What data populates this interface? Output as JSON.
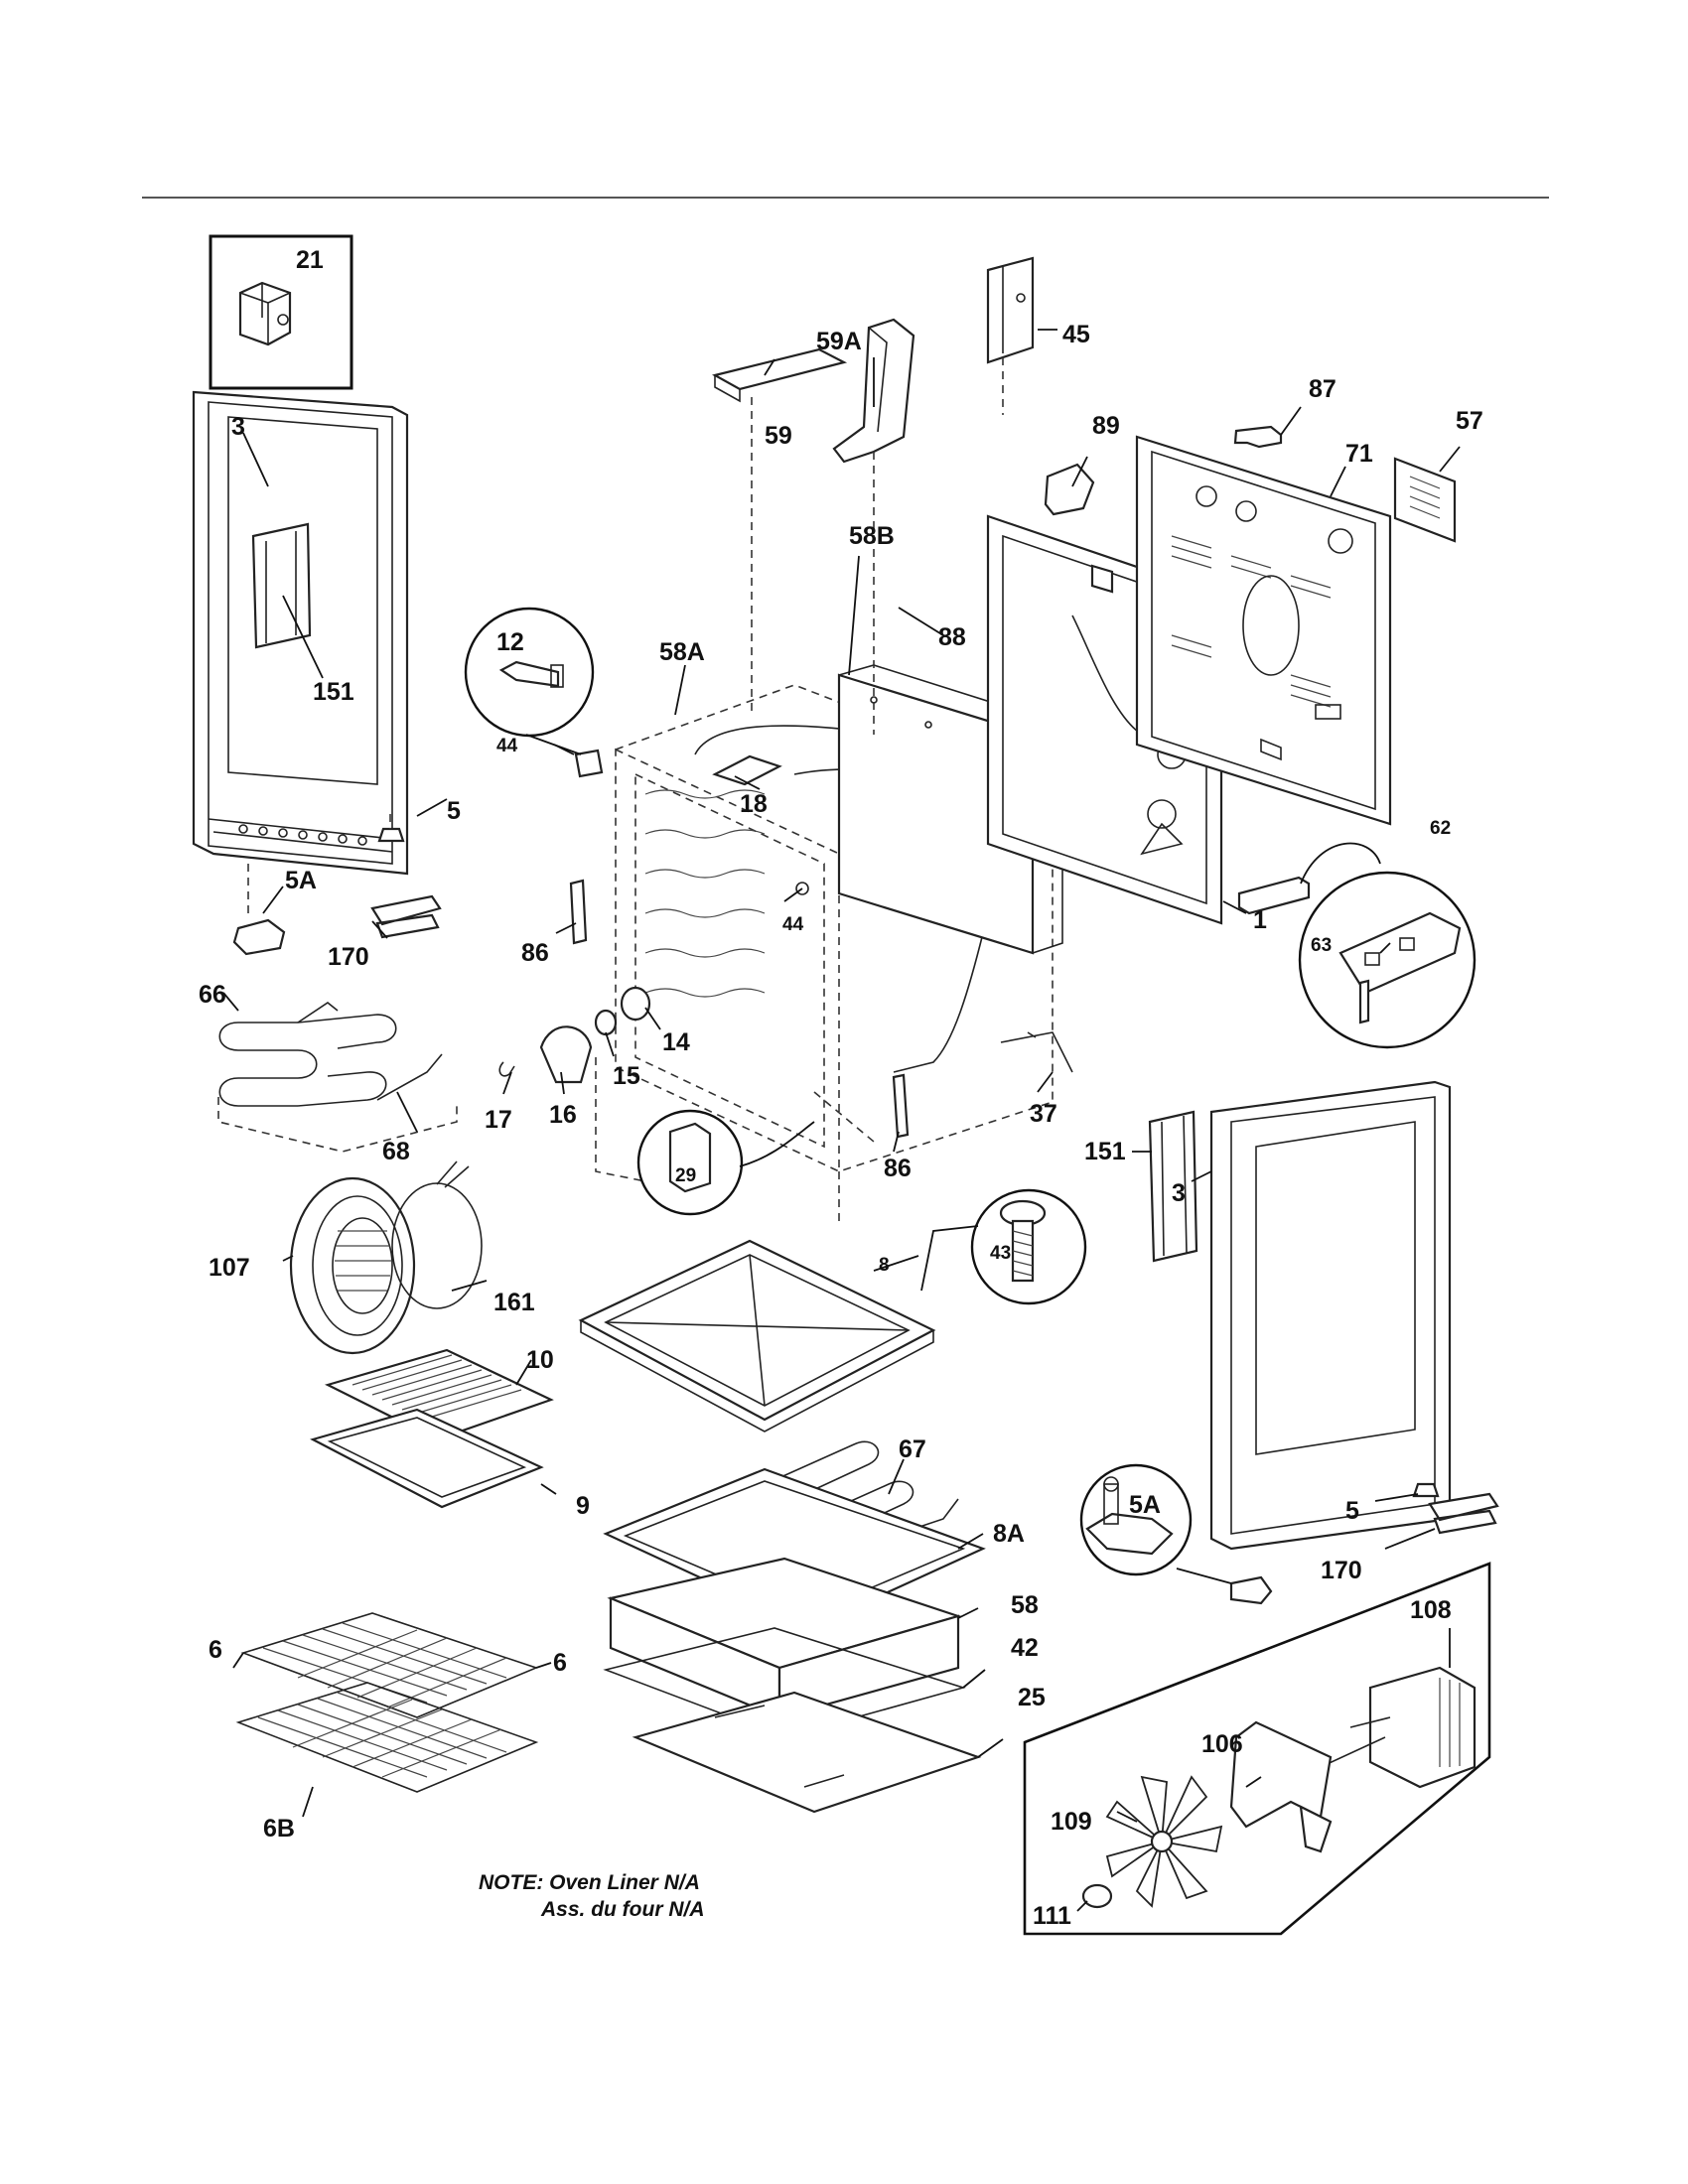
{
  "callouts": [
    {
      "id": "c21",
      "label": "21"
    },
    {
      "id": "c3a",
      "label": "3"
    },
    {
      "id": "c151a",
      "label": "151"
    },
    {
      "id": "c5a",
      "label": "5"
    },
    {
      "id": "c5Aa",
      "label": "5A"
    },
    {
      "id": "c170a",
      "label": "170"
    },
    {
      "id": "c66",
      "label": "66"
    },
    {
      "id": "c68",
      "label": "68"
    },
    {
      "id": "c12",
      "label": "12"
    },
    {
      "id": "c44a",
      "label": "44"
    },
    {
      "id": "c58A",
      "label": "58A"
    },
    {
      "id": "c18",
      "label": "18"
    },
    {
      "id": "c44b",
      "label": "44"
    },
    {
      "id": "c86a",
      "label": "86"
    },
    {
      "id": "c14",
      "label": "14"
    },
    {
      "id": "c15",
      "label": "15"
    },
    {
      "id": "c16",
      "label": "16"
    },
    {
      "id": "c17",
      "label": "17"
    },
    {
      "id": "c29",
      "label": "29"
    },
    {
      "id": "c86b",
      "label": "86"
    },
    {
      "id": "c37",
      "label": "37"
    },
    {
      "id": "c59A",
      "label": "59A"
    },
    {
      "id": "c59",
      "label": "59"
    },
    {
      "id": "c45",
      "label": "45"
    },
    {
      "id": "c58B",
      "label": "58B"
    },
    {
      "id": "c88",
      "label": "88"
    },
    {
      "id": "c89",
      "label": "89"
    },
    {
      "id": "c87",
      "label": "87"
    },
    {
      "id": "c71",
      "label": "71"
    },
    {
      "id": "c57",
      "label": "57"
    },
    {
      "id": "c1",
      "label": "1"
    },
    {
      "id": "c62",
      "label": "62"
    },
    {
      "id": "c63",
      "label": "63"
    },
    {
      "id": "c151b",
      "label": "151"
    },
    {
      "id": "c3b",
      "label": "3"
    },
    {
      "id": "c5Ab",
      "label": "5A"
    },
    {
      "id": "c5b",
      "label": "5"
    },
    {
      "id": "c170b",
      "label": "170"
    },
    {
      "id": "c107",
      "label": "107"
    },
    {
      "id": "c161",
      "label": "161"
    },
    {
      "id": "c10",
      "label": "10"
    },
    {
      "id": "c9",
      "label": "9"
    },
    {
      "id": "c8",
      "label": "8"
    },
    {
      "id": "c43",
      "label": "43"
    },
    {
      "id": "c67",
      "label": "67"
    },
    {
      "id": "c8A",
      "label": "8A"
    },
    {
      "id": "c58",
      "label": "58"
    },
    {
      "id": "c42",
      "label": "42"
    },
    {
      "id": "c25",
      "label": "25"
    },
    {
      "id": "c6a",
      "label": "6"
    },
    {
      "id": "c6b",
      "label": "6"
    },
    {
      "id": "c6B",
      "label": "6B"
    },
    {
      "id": "c108",
      "label": "108"
    },
    {
      "id": "c106",
      "label": "106"
    },
    {
      "id": "c109",
      "label": "109"
    },
    {
      "id": "c111",
      "label": "111"
    }
  ],
  "note": {
    "line1": "NOTE: Oven Liner N/A",
    "line2": "Ass. du four N/A"
  }
}
